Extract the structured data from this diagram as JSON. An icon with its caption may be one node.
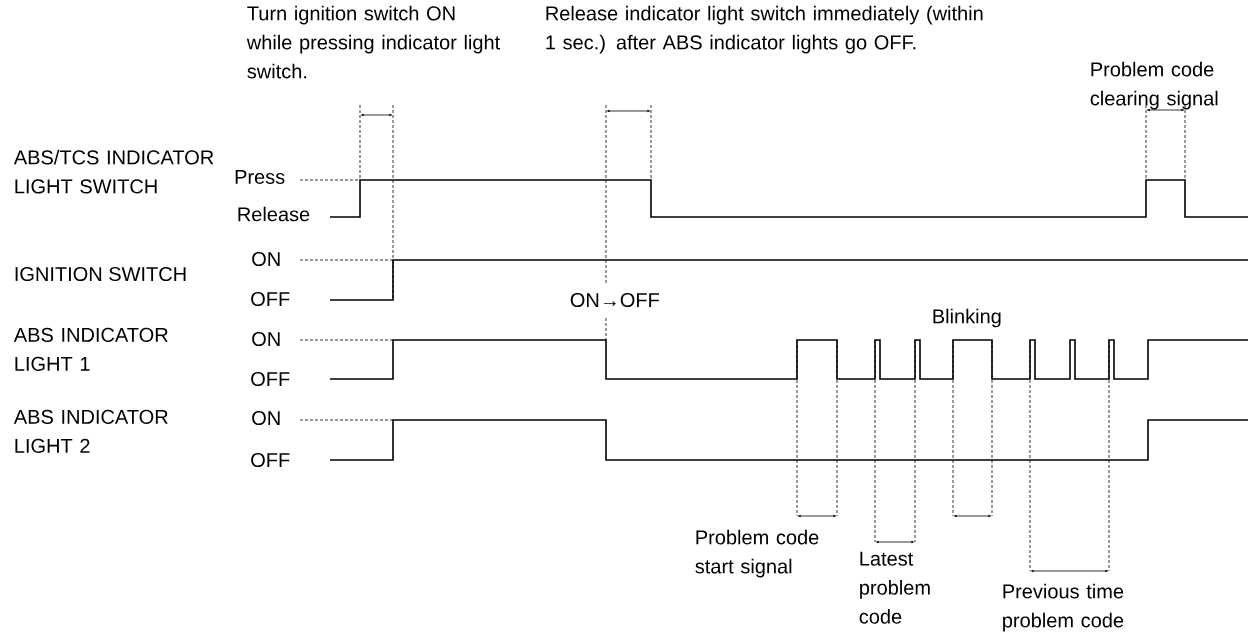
{
  "diagram": {
    "labels": [
      "Turn ignition switch ON while pressing indicator light switch.",
      "Release indicator light switch immediately (within 1 sec.) after ABS indicator lights go OFF.",
      "Problem code clearing signal",
      "ABS/TCS INDICATOR LIGHT SWITCH",
      "Press",
      "Release",
      "IGNITION SWITCH",
      "ON",
      "OFF",
      "ON→OFF",
      "Blinking",
      "ABS INDICATOR LIGHT 1",
      "ON",
      "OFF",
      "ABS INDICATOR LIGHT 2",
      "ON",
      "OFF",
      "Problem code start signal",
      "Latest problem code",
      "Previous time problem code"
    ]
  }
}
